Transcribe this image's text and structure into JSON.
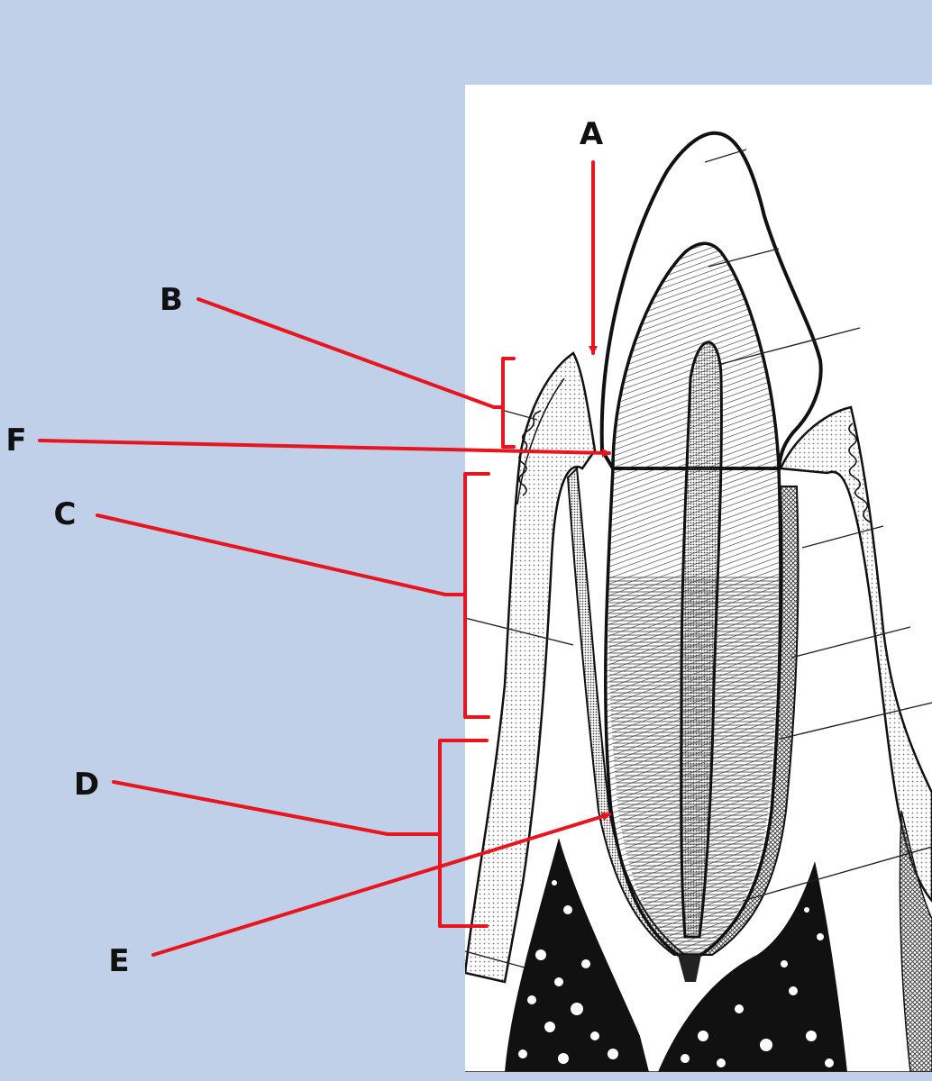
{
  "figure": {
    "background_color": "#c0d0e8",
    "panel_color": "#ffffff",
    "annotation_color": "#e8141e"
  },
  "labels": {
    "a": "A",
    "b": "B",
    "c": "C",
    "d": "D",
    "e": "E",
    "f": "F"
  }
}
